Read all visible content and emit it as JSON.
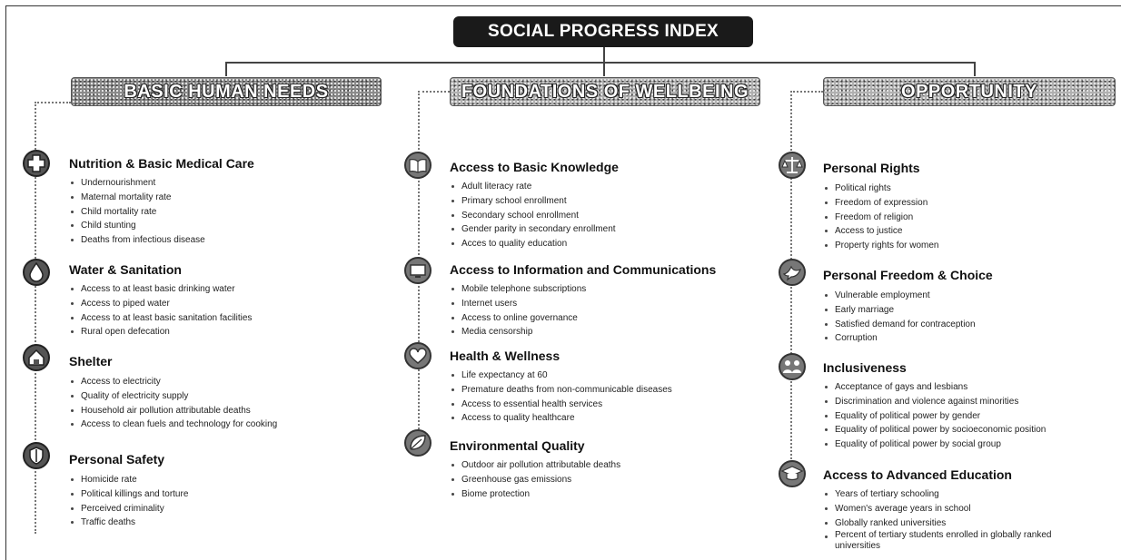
{
  "title": "SOCIAL PROGRESS INDEX",
  "columns": [
    {
      "name": "BASIC HUMAN NEEDS",
      "components": [
        {
          "title": "Nutrition & Basic Medical Care",
          "icon": "medical-cross-icon",
          "items": [
            "Undernourishment",
            "Maternal mortality rate",
            "Child mortality rate",
            "Child stunting",
            "Deaths from infectious disease"
          ]
        },
        {
          "title": "Water & Sanitation",
          "icon": "water-drop-icon",
          "items": [
            "Access to at least basic drinking water",
            "Access to piped water",
            "Access to at least basic sanitation facilities",
            "Rural open defecation"
          ]
        },
        {
          "title": "Shelter",
          "icon": "house-icon",
          "items": [
            "Access to electricity",
            "Quality of electricity supply",
            "Household air pollution attributable deaths",
            "Access to clean fuels and technology for cooking"
          ]
        },
        {
          "title": "Personal Safety",
          "icon": "shield-icon",
          "items": [
            "Homicide rate",
            "Political killings and torture",
            "Perceived criminality",
            "Traffic deaths"
          ]
        }
      ]
    },
    {
      "name": "FOUNDATIONS OF WELLBEING",
      "components": [
        {
          "title": "Access to Basic Knowledge",
          "icon": "book-icon",
          "items": [
            "Adult literacy rate",
            "Primary school enrollment",
            "Secondary school enrollment",
            "Gender parity in secondary enrollment",
            "Acces to quality education"
          ]
        },
        {
          "title": "Access to Information and Communications",
          "icon": "screen-icon",
          "items": [
            "Mobile telephone subscriptions",
            "Internet users",
            "Access to online governance",
            "Media censorship"
          ]
        },
        {
          "title": "Health & Wellness",
          "icon": "heart-icon",
          "items": [
            "Life expectancy at 60",
            "Premature deaths from non-communicable diseases",
            "Access to essential health services",
            "Access to quality healthcare"
          ]
        },
        {
          "title": "Environmental Quality",
          "icon": "leaf-icon",
          "items": [
            "Outdoor air pollution attributable deaths",
            "Greenhouse gas emissions",
            "Biome protection"
          ]
        }
      ]
    },
    {
      "name": "OPPORTUNITY",
      "components": [
        {
          "title": "Personal Rights",
          "icon": "scales-icon",
          "items": [
            "Political rights",
            "Freedom of expression",
            "Freedom of religion",
            "Access to justice",
            "Property rights for women"
          ]
        },
        {
          "title": "Personal Freedom & Choice",
          "icon": "dove-icon",
          "items": [
            "Vulnerable employment",
            "Early marriage",
            "Satisfied demand for contraception",
            "Corruption"
          ]
        },
        {
          "title": "Inclusiveness",
          "icon": "people-icon",
          "items": [
            "Acceptance of gays and lesbians",
            "Discrimination and violence against minorities",
            "Equality of political power by gender",
            "Equality of political power by socioeconomic position",
            "Equality of political power by social group"
          ]
        },
        {
          "title": "Access to Advanced Education",
          "icon": "graduation-cap-icon",
          "items": [
            "Years of tertiary schooling",
            "Women's average years in school",
            "Globally ranked universities",
            "Percent of tertiary students enrolled in globally ranked universities"
          ]
        }
      ]
    }
  ]
}
